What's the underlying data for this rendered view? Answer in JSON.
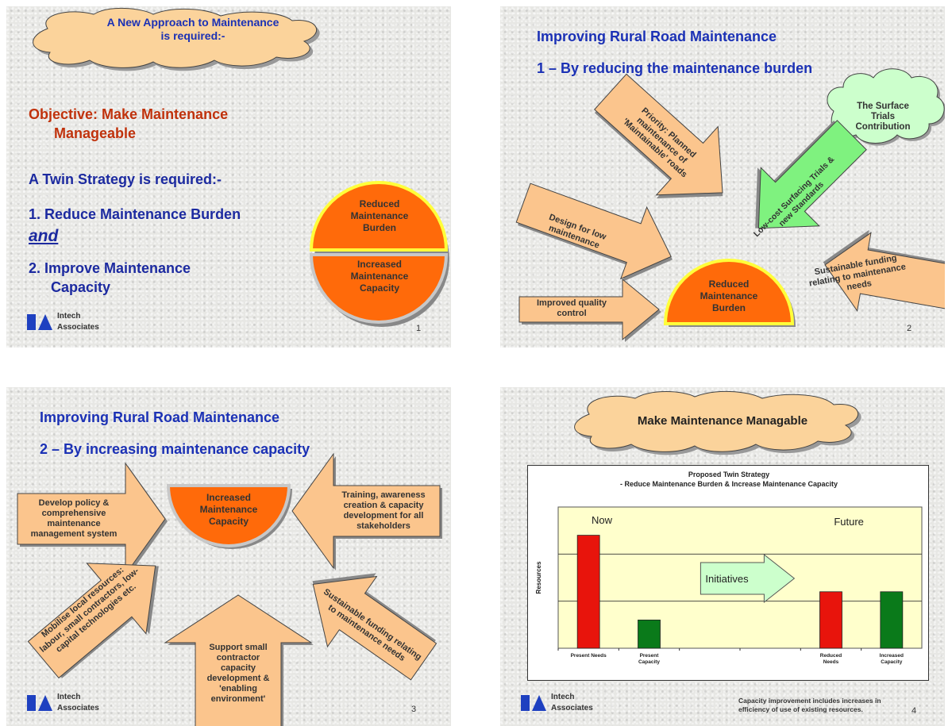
{
  "logo": {
    "line1": "Intech",
    "line2": "Associates"
  },
  "slide1": {
    "cloud_title": "A New Approach to Maintenance is required:-",
    "objective_line1": "Objective: Make Maintenance",
    "objective_line2": "Manageable",
    "twin_strategy": "A Twin Strategy is required:-",
    "item1": "1. Reduce Maintenance Burden",
    "and": "and",
    "item2_line1": "2. Improve Maintenance",
    "item2_line2": "Capacity",
    "top_half": "Reduced Maintenance Burden",
    "bottom_half": "Increased Maintenance Capacity",
    "page": "1"
  },
  "slide2": {
    "title": "Improving Rural Road Maintenance",
    "subtitle": "1 – By reducing the maintenance burden",
    "arrow_priority": "Priority: Planned maintenance of 'Maintainable' roads",
    "cloud": "The Surface Trials Contribution",
    "arrow_lowcost": "Low-cost Surfacing Trials & new Standards",
    "arrow_design": "Design for low maintenance",
    "arrow_funding": "Sustainable funding relating to maintenance needs",
    "arrow_quality": "Improved quality control",
    "semicircle": "Reduced Maintenance Burden",
    "page": "2"
  },
  "slide3": {
    "title": "Improving Rural Road Maintenance",
    "subtitle": "2 – By increasing maintenance capacity",
    "semicircle": "Increased Maintenance Capacity",
    "arrow_policy": "Develop policy & comprehensive maintenance management system",
    "arrow_training": "Training, awareness creation & capacity development for all stakeholders",
    "arrow_mobilise": "Mobilise local resources: labour, small contractors, low-capital technologies etc.",
    "arrow_funding": "Sustainable funding relating to maintenance needs",
    "arrow_support": "Support small contractor capacity development & 'enabling environment'",
    "page": "3"
  },
  "slide4": {
    "cloud_title": "Make Maintenance Managable",
    "footnote_line1": "Capacity improvement includes increases in",
    "footnote_line2": "efficiency of use of existing resources.",
    "page": "4"
  },
  "chart_data": {
    "type": "bar",
    "title": "Proposed Twin Strategy",
    "subtitle": "- Reduce Maintenance Burden & Increase Maintenance Capacity",
    "ylabel": "Resources",
    "xlabel": "",
    "categories": [
      "Present Needs",
      "Present Capacity",
      "",
      "",
      "Reduced Needs",
      "Increased Capacity"
    ],
    "values": [
      2.4,
      0.6,
      null,
      null,
      1.2,
      1.2
    ],
    "bar_colors": [
      "#e8140c",
      "#0a7a1a",
      null,
      null,
      "#e8140c",
      "#0a7a1a"
    ],
    "ylim": [
      0,
      3
    ],
    "grid": true,
    "annotations": {
      "now": "Now",
      "future": "Future",
      "initiatives": "Initiatives"
    },
    "colors": {
      "plot_bg": "#ffffcc",
      "need": "#e8140c",
      "capacity": "#0a7a1a",
      "initiatives": "#ccffcc"
    }
  },
  "colors": {
    "cloud": "#fbd39b",
    "cloud_green": "#ccffcc",
    "arrow": "#fbc58d",
    "arrow_green": "#7ff27f",
    "orange": "#ff6a0a",
    "yellow_rim": "#ffff3a",
    "blue_title": "#1b31b5",
    "red_title": "#c0320c"
  }
}
